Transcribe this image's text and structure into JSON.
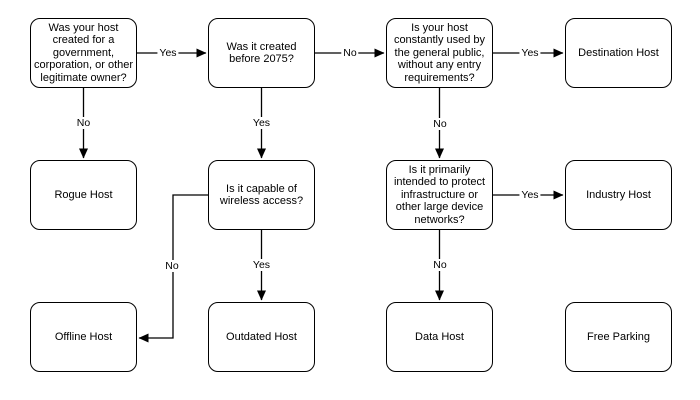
{
  "diagram": {
    "kind": "flowchart-decision-tree",
    "colors": {
      "background": "#ffffff",
      "node_fill": "#ffffff",
      "stroke": "#000000",
      "text": "#000000"
    }
  },
  "nodes": [
    {
      "id": "q-legitimate-owner",
      "type": "question",
      "label": "Was your host created for a government, corporation, or other legitimate owner?"
    },
    {
      "id": "q-created-before-2075",
      "type": "question",
      "label": "Was it created before 2075?"
    },
    {
      "id": "q-public-use",
      "type": "question",
      "label": "Is your host constantly used by the general public, without any entry requirements?"
    },
    {
      "id": "destination-host",
      "type": "result",
      "label": "Destination Host"
    },
    {
      "id": "rogue-host",
      "type": "result",
      "label": "Rogue Host"
    },
    {
      "id": "q-wireless-access",
      "type": "question",
      "label": "Is it capable of wireless access?"
    },
    {
      "id": "q-protect-infrastructure",
      "type": "question",
      "label": "Is it primarily intended to protect infrastructure or other large device networks?"
    },
    {
      "id": "industry-host",
      "type": "result",
      "label": "Industry Host"
    },
    {
      "id": "offline-host",
      "type": "result",
      "label": "Offline Host"
    },
    {
      "id": "outdated-host",
      "type": "result",
      "label": "Outdated Host"
    },
    {
      "id": "data-host",
      "type": "result",
      "label": "Data Host"
    },
    {
      "id": "free-parking",
      "type": "result",
      "label": "Free Parking"
    }
  ],
  "edges": [
    {
      "from": "q-legitimate-owner",
      "to": "q-created-before-2075",
      "label": "Yes"
    },
    {
      "from": "q-legitimate-owner",
      "to": "rogue-host",
      "label": "No"
    },
    {
      "from": "q-created-before-2075",
      "to": "q-public-use",
      "label": "No"
    },
    {
      "from": "q-created-before-2075",
      "to": "q-wireless-access",
      "label": "Yes"
    },
    {
      "from": "q-public-use",
      "to": "destination-host",
      "label": "Yes"
    },
    {
      "from": "q-public-use",
      "to": "q-protect-infrastructure",
      "label": "No"
    },
    {
      "from": "q-protect-infrastructure",
      "to": "industry-host",
      "label": "Yes"
    },
    {
      "from": "q-protect-infrastructure",
      "to": "data-host",
      "label": "No"
    },
    {
      "from": "q-wireless-access",
      "to": "outdated-host",
      "label": "Yes"
    },
    {
      "from": "q-wireless-access",
      "to": "offline-host",
      "label": "No"
    }
  ]
}
